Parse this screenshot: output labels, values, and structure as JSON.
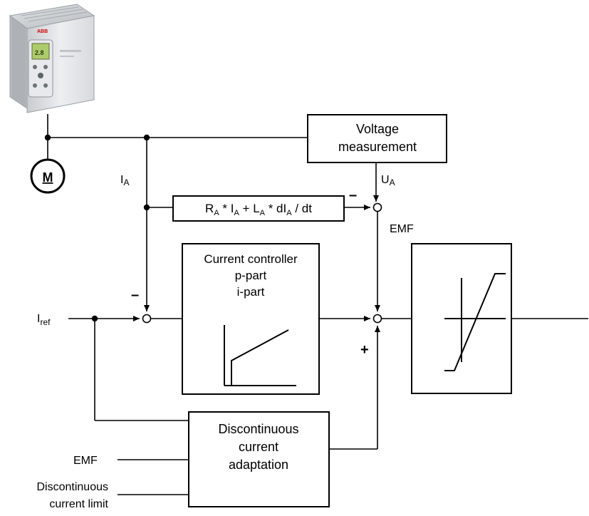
{
  "device": {
    "brand": "ABB",
    "display_text": "2.8"
  },
  "motor": {
    "label": "M"
  },
  "blocks": {
    "voltage_measurement": {
      "line1": "Voltage",
      "line2": "measurement"
    },
    "formula": {
      "r": "R",
      "r_sub": "A",
      "op1": " * ",
      "i1": "I",
      "i1_sub": "A",
      "op2": " + ",
      "l": "L",
      "l_sub": "A",
      "op3": " * dI",
      "di_sub": "A",
      "op4": " / dt"
    },
    "current_controller": {
      "line1": "Current controller",
      "line2": "p-part",
      "line3": "i-part"
    },
    "dca": {
      "line1": "Discontinuous",
      "line2": "current",
      "line3": "adaptation"
    }
  },
  "labels": {
    "ia": {
      "main": "I",
      "sub": "A"
    },
    "ua": {
      "main": "U",
      "sub": "A"
    },
    "emf_top": "EMF",
    "iref": {
      "main": "I",
      "sub": "ref"
    },
    "emf_input": "EMF",
    "disc_limit_line1": "Discontinuous",
    "disc_limit_line2": "current limit"
  },
  "signs": {
    "minus_top": "–",
    "minus_left": "–",
    "plus_bottom": "+"
  }
}
